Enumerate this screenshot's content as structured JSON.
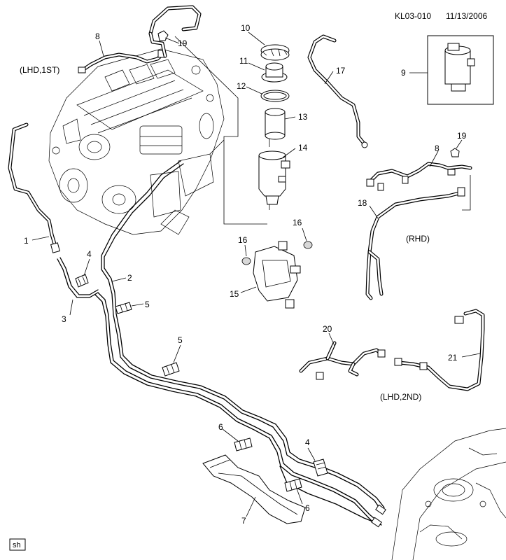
{
  "header": {
    "drawing_id": "KL03-010",
    "date": "11/13/2006"
  },
  "footer": {
    "badge": "sh"
  },
  "variants": {
    "lhd_1st": "(LHD,1ST)",
    "rhd": "(RHD)",
    "lhd_2nd": "(LHD,2ND)"
  },
  "callouts": {
    "c1": "1",
    "c2": "2",
    "c3": "3",
    "c4a": "4",
    "c4b": "4",
    "c5a": "5",
    "c5b": "5",
    "c6a": "6",
    "c6b": "6",
    "c7": "7",
    "c8a": "8",
    "c8b": "8",
    "c9": "9",
    "c10": "10",
    "c11": "11",
    "c12": "12",
    "c13": "13",
    "c14": "14",
    "c15": "15",
    "c16a": "16",
    "c16b": "16",
    "c17": "17",
    "c18": "18",
    "c19a": "19",
    "c19b": "19",
    "c20": "20",
    "c21": "21"
  }
}
